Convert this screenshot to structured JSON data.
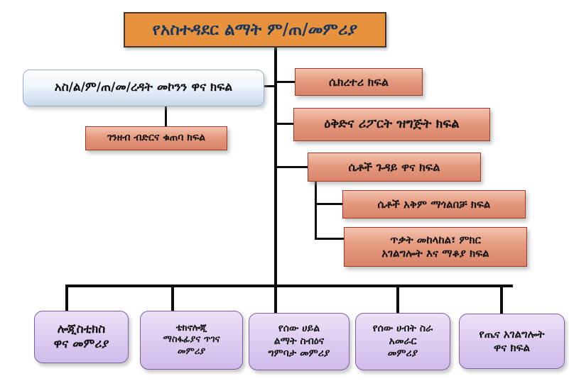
{
  "title": {
    "label": "የአስተዳደር ልማት ም/ጠ/መምሪያ"
  },
  "colors": {
    "title_fill": "#e8923e",
    "title_text": "#17365d",
    "dept_fill": "#e59a7e",
    "dept_border": "#9e3b28",
    "assistant_fill": "#c7d7e9",
    "bottom_fill": "#dccbf0",
    "bottom_border": "#7b5ea3",
    "connector": "#0d0d0d"
  },
  "nodes": {
    "assistant_officer": {
      "label": "አስ/ል/ም/ጠ/መ/ረዳት  መኮንን ዋና ክፍል"
    },
    "finance": {
      "label": "ገንዘብ ብድርና ቁጠባ ክፍል"
    },
    "secretary": {
      "label": "ሴክረተሪ ክፍል"
    },
    "plan_report": {
      "label": "ዕቅድና ሪፖርት ዝግጅት ክፍል"
    },
    "women_affairs": {
      "label": "ሴቶች ጉዳይ ዋና ክፍል"
    },
    "women_capacity": {
      "label": "ሴቶች አቅም ማጎልበቻ ክፍል"
    },
    "violence_counsel": {
      "label": "ጥቃት መከላከል፣ ምክር\nአገልግሎት እና ማቆያ ክፍል"
    },
    "logistics": {
      "label": "ሎጂስቲክስ\nዋና መምሪያ"
    },
    "technology": {
      "label": "ቴክኖሎጂ\nማስፋፊያና ጥገና\nመምሪያ"
    },
    "hr_development": {
      "label": "የሰው ሀይል\nልማት ስብዕና\nግምባታ መምሪያ"
    },
    "hr_management": {
      "label": "የሰው ሀብት ስራ\nአመራር\nመምሪያ"
    },
    "health": {
      "label": "የጤና አገልግሎት\nዋና ክፍል"
    }
  }
}
